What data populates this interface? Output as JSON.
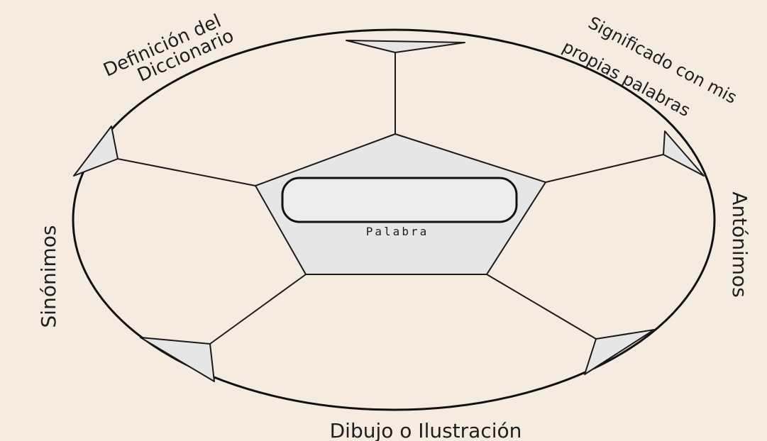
{
  "labels": {
    "definicion_line1": "Definición del",
    "definicion_line2": "Diccionario",
    "significado_line1": "Significado con mis",
    "significado_line2": "propias palabras",
    "antonimos": "Antónimos",
    "sinonimos": "Sinónimos",
    "dibujo": "Dibujo o Ilustración",
    "palabra": "Palabra"
  },
  "colors": {
    "background": "#f5ebe1",
    "patch_fill": "#e6e6e6",
    "stroke": "#1a1a1a"
  }
}
